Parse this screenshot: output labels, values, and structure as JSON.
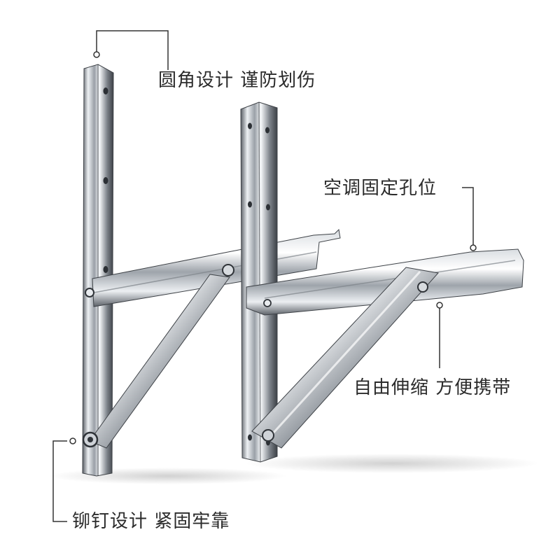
{
  "callouts": {
    "rounded_corner": "圆角设计 谨防划伤",
    "ac_mounting_holes": "空调固定孔位",
    "telescopic": "自由伸缩 方便携带",
    "rivet_design": "铆钉设计 紧固牢靠"
  },
  "colors": {
    "background": "#ffffff",
    "leader_line": "#333333",
    "steel_light": "#f4f6f8",
    "steel_mid": "#b9bec4",
    "steel_dark": "#4a4f55"
  }
}
